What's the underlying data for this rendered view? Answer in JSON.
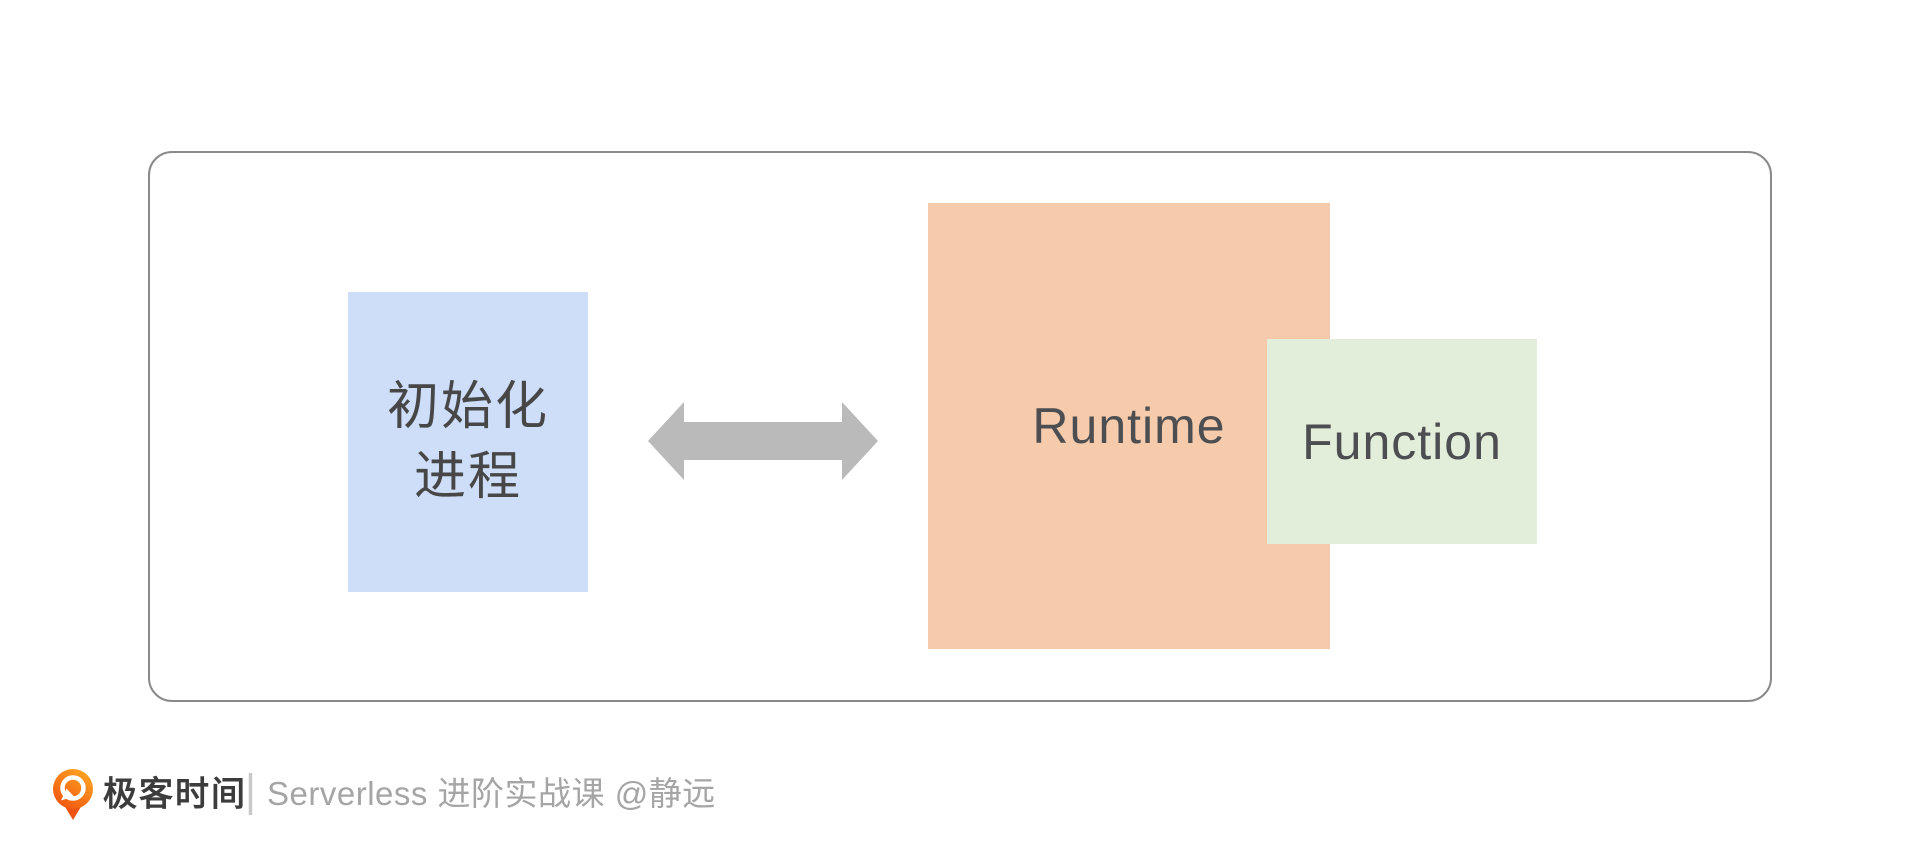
{
  "diagram": {
    "frame_border_color": "#8a8a8a",
    "init_box": {
      "label": "初始化\n进程",
      "bg": "#cedef9"
    },
    "arrow": {
      "name": "double-headed-arrow",
      "color": "#bababa"
    },
    "runtime_box": {
      "label": "Runtime",
      "bg": "#f6cbab"
    },
    "function_box": {
      "label": "Function",
      "bg": "#e2eeda"
    },
    "text_color": "#4c4e52"
  },
  "footer": {
    "brand": "极客时间",
    "separator": "|",
    "course": "Serverless 进阶实战课 @静远",
    "logo_color": "#f0510f"
  }
}
